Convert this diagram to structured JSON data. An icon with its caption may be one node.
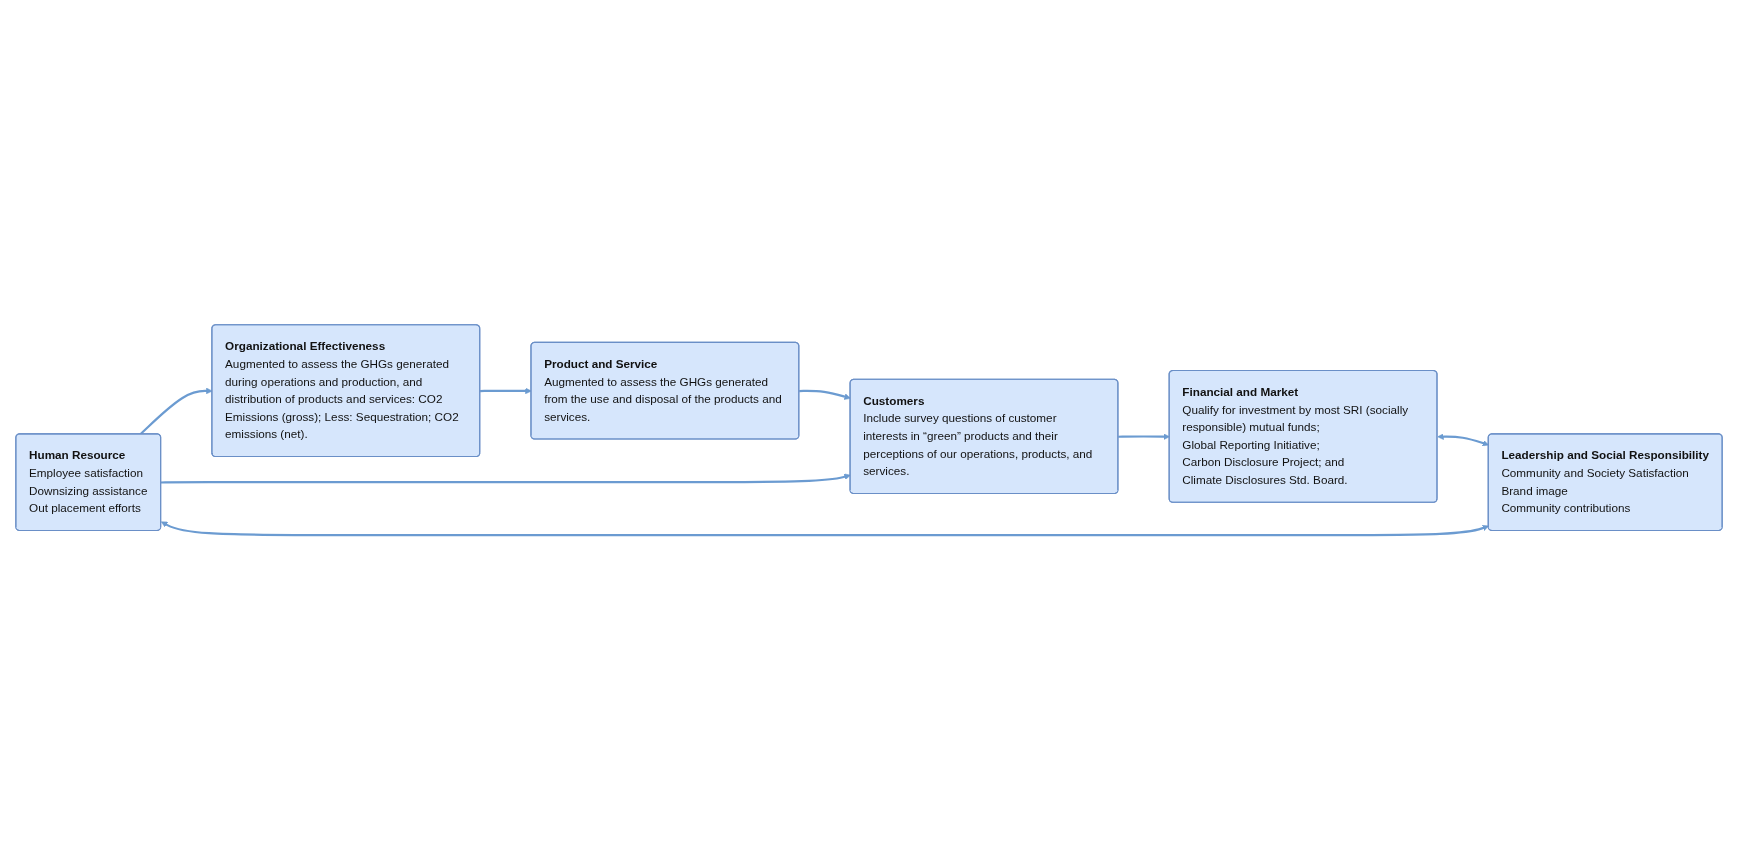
{
  "diagram": {
    "nodes": [
      {
        "text": [
          "Product and Service",
          "Augmented to assess the GHGs generated from the use and disposal of the products and services."
        ]
      },
      {
        "text": [
          "Customers",
          "Include survey questions of customer interests in “green” products and their perceptions of our operations, products, and services."
        ]
      },
      {
        "text": [
          "Financial and Market",
          "Qualify for investment by most SRI (socially responsible) mutual funds;",
          "Global Reporting Initiative;",
          "Carbon Disclosure Project; and",
          "Climate Disclosures Std. Board."
        ]
      },
      {
        "text": [
          "Organizational Effectiveness",
          "Augmented to assess the GHGs generated during operations and production, and distribution of products and services: CO2 Emissions (gross); Less: Sequestration; CO2 emissions (net)."
        ]
      },
      {
        "text": [
          "Human Resource",
          "Employee satisfaction",
          "Downsizing assistance",
          "Out placement efforts"
        ]
      },
      {
        "text": [
          "Leadership and Social Responsibility",
          "Community and Society Satisfaction",
          "Brand image",
          "Community contributions"
        ]
      }
    ],
    "edges": [
      {
        "from": 0,
        "to": 1,
        "arrow": "to"
      },
      {
        "from": 1,
        "to": 2,
        "arrow": "to"
      },
      {
        "from": 2,
        "to": 5,
        "arrow": "both"
      },
      {
        "from": 4,
        "to": 5,
        "arrow": "both"
      },
      {
        "from": 4,
        "to": 3,
        "arrow": "to"
      },
      {
        "from": 4,
        "to": 1,
        "arrow": "to"
      },
      {
        "from": 3,
        "to": 0,
        "arrow": "to"
      }
    ]
  }
}
